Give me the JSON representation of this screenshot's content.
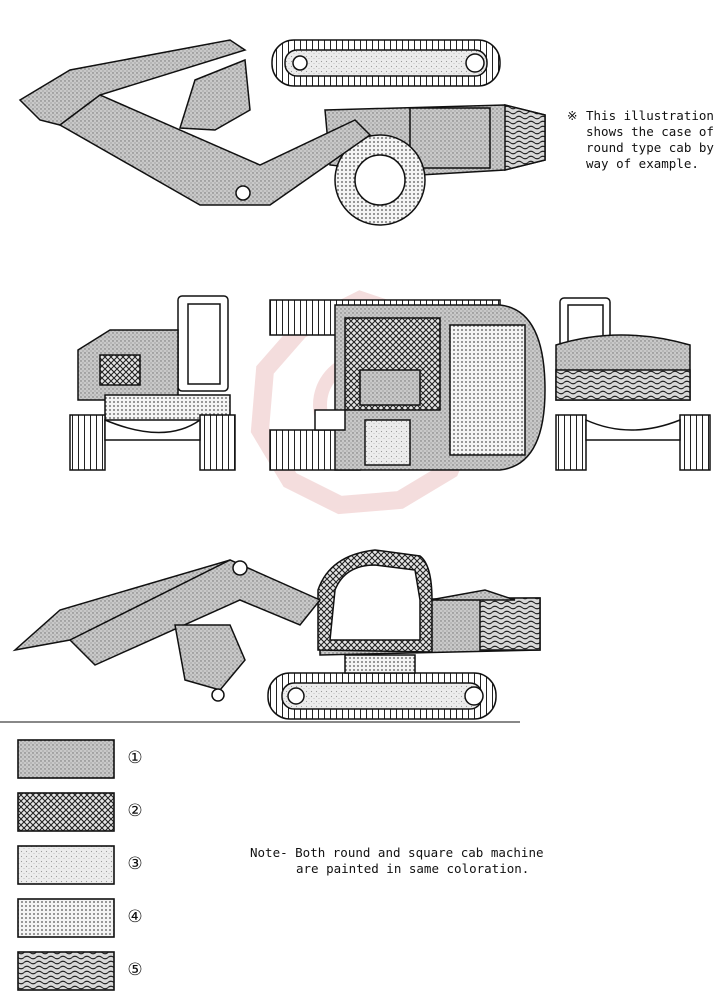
{
  "top_note": {
    "mark": "※",
    "text": "This illustration\nshows the case of\nround type cab by\nway of example."
  },
  "bottom_note": {
    "line1": "Note- Both round and square cab machine",
    "line2": "are painted in same coloration."
  },
  "legend": [
    {
      "number": "①",
      "pattern": "fine-grey-stipple"
    },
    {
      "number": "②",
      "pattern": "cross-hatch"
    },
    {
      "number": "③",
      "pattern": "light-stipple"
    },
    {
      "number": "④",
      "pattern": "dot-grid"
    },
    {
      "number": "⑤",
      "pattern": "wavy-lines"
    }
  ],
  "colors": {
    "line": "#111111",
    "watermark": "#e8b4b4"
  }
}
